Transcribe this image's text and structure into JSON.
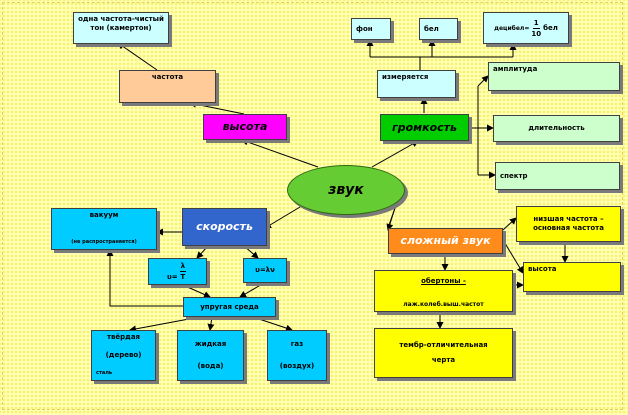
{
  "center": "звук",
  "pitch": {
    "label": "высота",
    "frequency": "частота",
    "tone_line1": "одна частота-чистый",
    "tone_line2": "тон (камертон)"
  },
  "loudness": {
    "label": "громкость",
    "measured": "измеряется",
    "phon": "фон",
    "bel": "бел",
    "decibel_num": "1",
    "decibel_prefix": "децибел=",
    "decibel_den": "10",
    "decibel_suffix": "бел",
    "amplitude": "амплитуда",
    "duration": "длительность",
    "spectrum": "спектр"
  },
  "speed": {
    "label": "скорость",
    "vacuum_title": "вакуум",
    "vacuum_line": "(не распространяется)",
    "formula_lambda": "λ",
    "formula_v": "υ=",
    "formula_T": "T",
    "formula_vlam": "υ=λν",
    "elastic_medium": "упругая среда",
    "solid_1": "твёрдая",
    "solid_2": "(дерево)",
    "solid_3": "сталь",
    "liquid_1": "жидкая",
    "liquid_2": "(вода)",
    "gas_1": "газ",
    "gas_2": "(воздух)"
  },
  "complex": {
    "label": "сложный звук",
    "lowest_freq": "низшая частота –",
    "main_freq": "основная частота",
    "height": "высота",
    "overtones_1": "обертоны -",
    "overtones_2": "лаж.колеб.выш.частот",
    "timbre_1": "тембр-отличительная",
    "timbre_2": "черта"
  },
  "colors": {
    "background": "#ffff99",
    "center": "#66cc33",
    "pitch": "#ff00ff",
    "loudness": "#00cc00",
    "speed": "#3366cc",
    "complex": "#ff8c1a",
    "cyan": "#00ccff",
    "pale_cyan": "#ccffff",
    "pale_green": "#ccffcc",
    "peach": "#ffcc99",
    "yellow": "#ffff00"
  }
}
